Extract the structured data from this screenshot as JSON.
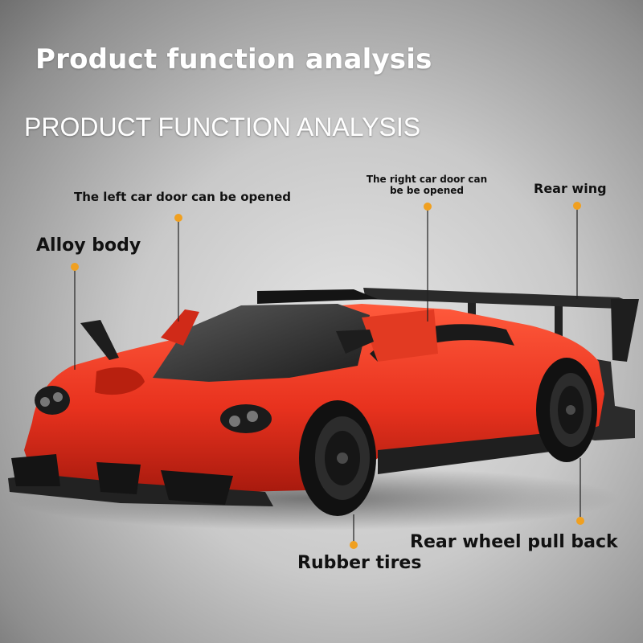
{
  "header": {
    "title": "Product function analysis",
    "subtitle": "PRODUCT FUNCTION ANALYSIS"
  },
  "callouts": {
    "alloy_body": "Alloy body",
    "left_door": "The left car door can be opened",
    "right_door": "The right car door can be be opened",
    "rear_wing": "Rear wing",
    "rubber_tires": "Rubber tires",
    "rear_wheel": "Rear wheel pull back"
  },
  "colors": {
    "car_body": "#e8321e",
    "car_shadow": "#b01d10",
    "dot": "#f0a020",
    "trim": "#1a1a1a"
  }
}
